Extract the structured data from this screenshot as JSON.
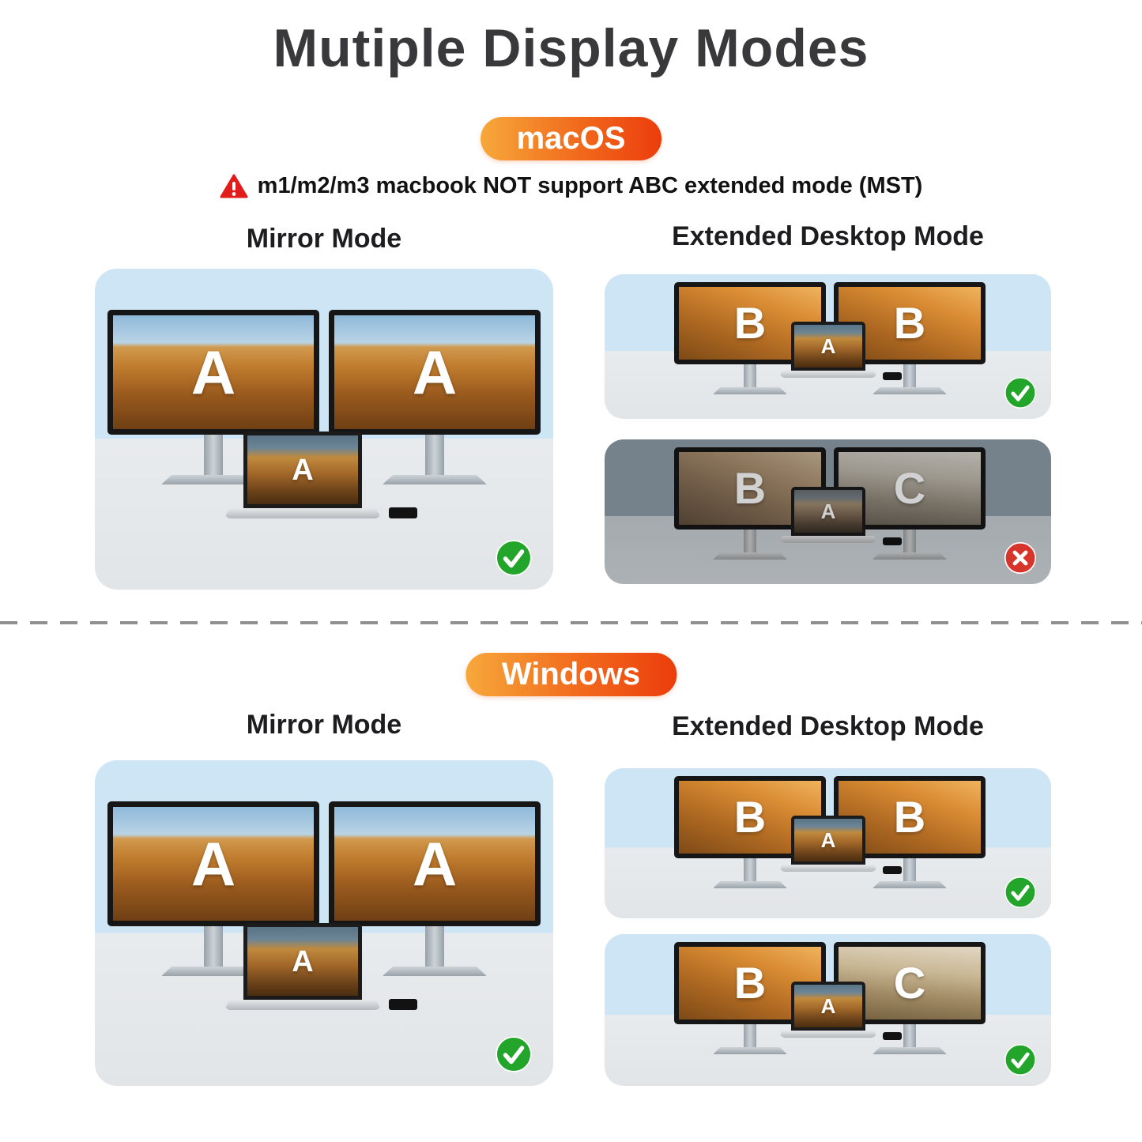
{
  "title": "Mutiple Display Modes",
  "sections": [
    {
      "badge": "macOS",
      "warning": "m1/m2/m3 macbook NOT support ABC extended mode (MST)",
      "mirror": {
        "heading": "Mirror Mode",
        "monitors": [
          "A",
          "A"
        ],
        "laptop": "A",
        "status": "check"
      },
      "extended": {
        "heading": "Extended Desktop Mode",
        "rows": [
          {
            "monitors": [
              "B",
              "B"
            ],
            "laptop": "A",
            "status": "check",
            "dimmed": false
          },
          {
            "monitors": [
              "B",
              "C"
            ],
            "laptop": "A",
            "status": "cross",
            "dimmed": true
          }
        ]
      }
    },
    {
      "badge": "Windows",
      "mirror": {
        "heading": "Mirror Mode",
        "monitors": [
          "A",
          "A"
        ],
        "laptop": "A",
        "status": "check"
      },
      "extended": {
        "heading": "Extended Desktop Mode",
        "rows": [
          {
            "monitors": [
              "B",
              "B"
            ],
            "laptop": "A",
            "status": "check",
            "dimmed": false
          },
          {
            "monitors": [
              "B",
              "C"
            ],
            "laptop": "A",
            "status": "check",
            "dimmed": false
          }
        ]
      }
    }
  ],
  "colors": {
    "badge_gradient_start": "#F7A83B",
    "badge_gradient_end": "#EC3D0C",
    "check_green": "#23A52B",
    "cross_red": "#D7352C",
    "warning_red": "#E21B1B",
    "title_gray": "#39393B"
  }
}
